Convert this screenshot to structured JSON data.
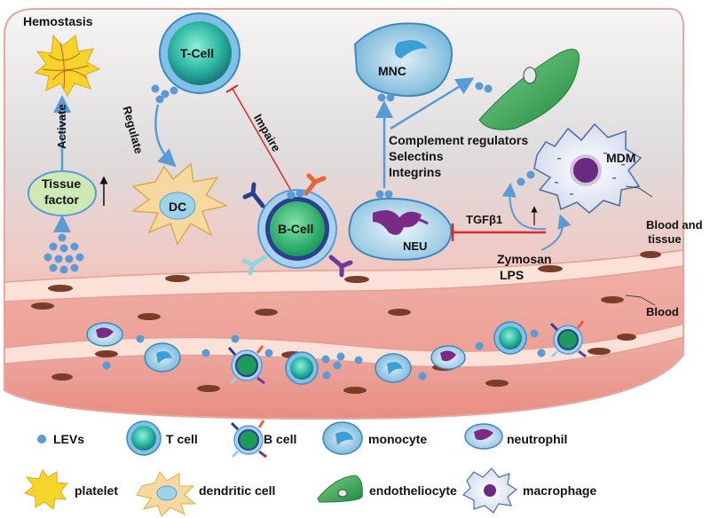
{
  "scene": {
    "hemostasis": "Hemostasis",
    "activate": "Activate",
    "tissue_factor_line1": "Tissue",
    "tissue_factor_line2": "factor",
    "tcell": "T-Cell",
    "regulate": "Regulate",
    "impaire": "Impaire",
    "dc": "DC",
    "bcell": "B-Cell",
    "mnc": "MNC",
    "complement": "Complement regulators",
    "selectins": "Selectins",
    "integrins": "Integrins",
    "neu": "NEU",
    "tgf": "TGFβ1",
    "mdm": "MDM",
    "zymosan": "Zymosan",
    "lps": "LPS",
    "blood_tissue_line1": "Blood and",
    "blood_tissue_line2": "tissue",
    "blood": "Blood"
  },
  "legend": {
    "levs": "LEVs",
    "tcell": "T cell",
    "bcell": "B cell",
    "monocyte": "monocyte",
    "neutrophil": "neutrophil",
    "platelet": "platelet",
    "dendritic": "dendritic cell",
    "endotheliocyte": "endotheliocyte",
    "macrophage": "macrophage"
  },
  "colors": {
    "lev_blue": "#5b9bd5",
    "arrow_blue": "#5b9bd5",
    "inhibit_red": "#e02828",
    "tcell_green": "#2fb8a4",
    "endothelium_green": "#2e9e4f",
    "platelet_yellow": "#f7d42c",
    "vessel_red": "#e87c6e"
  }
}
